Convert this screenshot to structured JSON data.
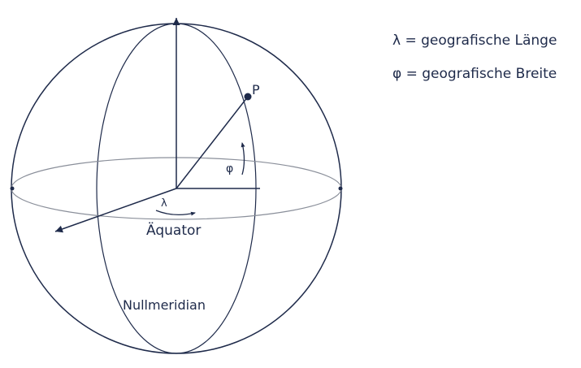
{
  "legend": {
    "lambda": "λ = geografische Länge",
    "phi": "φ = geografische Breite"
  },
  "labels": {
    "point": "P",
    "phi": "φ",
    "lambda": "λ",
    "equator": "Äquator",
    "prime_meridian": "Nullmeridian"
  },
  "colors": {
    "line": "#1e2a4a",
    "equator_line": "#8a8f9a"
  }
}
